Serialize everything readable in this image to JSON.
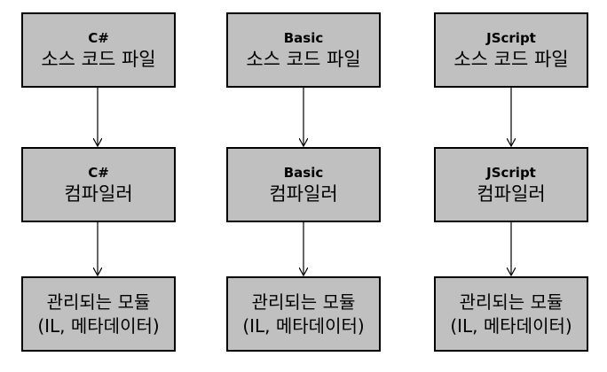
{
  "colors": {
    "box_fill": "#c0c0c0",
    "box_border": "#000000",
    "arrow": "#000000"
  },
  "columns": [
    {
      "source": {
        "language": "C#",
        "label": "소스 코드 파일"
      },
      "compiler": {
        "language": "C#",
        "label": "컴파일러"
      },
      "module": {
        "line1": "관리되는 모듈",
        "line2": "(IL, 메타데이터)"
      }
    },
    {
      "source": {
        "language": "Basic",
        "label": "소스 코드 파일"
      },
      "compiler": {
        "language": "Basic",
        "label": "컴파일러"
      },
      "module": {
        "line1": "관리되는 모듈",
        "line2": "(IL, 메타데이터)"
      }
    },
    {
      "source": {
        "language": "JScript",
        "label": "소스 코드 파일"
      },
      "compiler": {
        "language": "JScript",
        "label": "컴파일러"
      },
      "module": {
        "line1": "관리되는 모듈",
        "line2": "(IL, 메타데이터)"
      }
    }
  ]
}
